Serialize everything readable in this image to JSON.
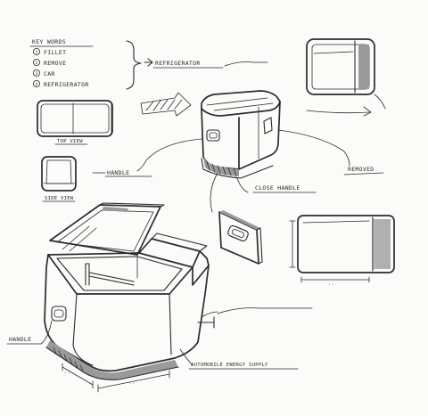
{
  "key_words": {
    "heading": "KEY WORDS",
    "items": [
      "FILLET",
      "REMOVE",
      "CAR",
      "REFRIGERATOR"
    ],
    "brace_target": "REFRIGERATOR"
  },
  "labels": {
    "handle_mid": "HANDLE",
    "handle_bottom": "HANDLE",
    "close_handle": "CLOSE HANDLE",
    "removed": "REMOVED",
    "automobile_energy_supply": "AUTOMOBILE ENERGY SUPPLY"
  },
  "views": {
    "top": "TOP VIEW",
    "side": "SIDE VIEW"
  },
  "colors": {
    "paper": "#fbfbf9",
    "ink": "#2b2b2b",
    "shade": "#9a9a9a"
  }
}
